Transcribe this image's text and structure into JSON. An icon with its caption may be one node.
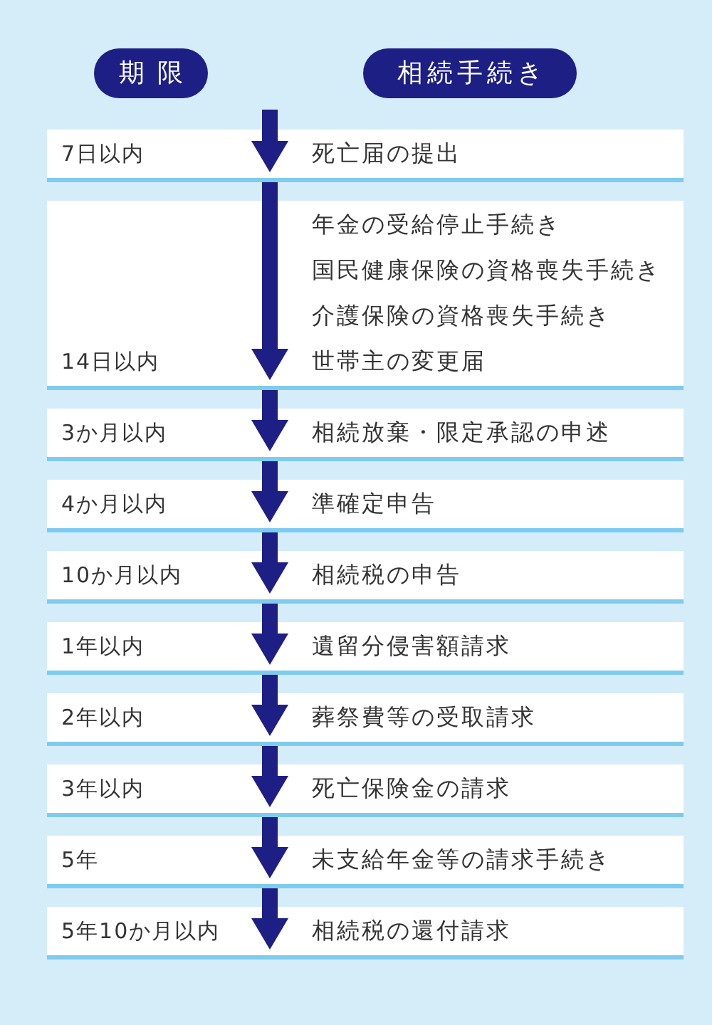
{
  "diagram": {
    "nodes": [
      {
        "text": [
          "期限"
        ]
      },
      {
        "text": [
          "相続手続き"
        ]
      },
      {
        "text": [
          "7日以内",
          "死亡届の提出"
        ]
      },
      {
        "text": [
          "14日以内",
          "年金の受給停止手続き",
          "国民健康保険の資格喪失手続き",
          "介護保険の資格喪失手続き",
          "世帯主の変更届"
        ]
      },
      {
        "text": [
          "3か月以内",
          "相続放棄・限定承認の申述"
        ]
      },
      {
        "text": [
          "4か月以内",
          "準確定申告"
        ]
      },
      {
        "text": [
          "10か月以内",
          "相続税の申告"
        ]
      },
      {
        "text": [
          "1年以内",
          "遺留分侵害額請求"
        ]
      },
      {
        "text": [
          "2年以内",
          "葬祭費等の受取請求"
        ]
      },
      {
        "text": [
          "3年以内",
          "死亡保険金の請求"
        ]
      },
      {
        "text": [
          "5年",
          "未支給年金等の請求手続き"
        ]
      },
      {
        "text": [
          "5年10か月以内",
          "相続税の還付請求"
        ]
      }
    ],
    "edges": [
      {
        "from": null,
        "to": 2,
        "arrow": "to"
      },
      {
        "from": 2,
        "to": 3,
        "arrow": "to"
      },
      {
        "from": 3,
        "to": 4,
        "arrow": "to"
      },
      {
        "from": 4,
        "to": 5,
        "arrow": "to"
      },
      {
        "from": 5,
        "to": 6,
        "arrow": "to"
      },
      {
        "from": 6,
        "to": 7,
        "arrow": "to"
      },
      {
        "from": 7,
        "to": 8,
        "arrow": "to"
      },
      {
        "from": 8,
        "to": 9,
        "arrow": "to"
      },
      {
        "from": 9,
        "to": 10,
        "arrow": "to"
      },
      {
        "from": 10,
        "to": 11,
        "arrow": "to"
      }
    ]
  }
}
